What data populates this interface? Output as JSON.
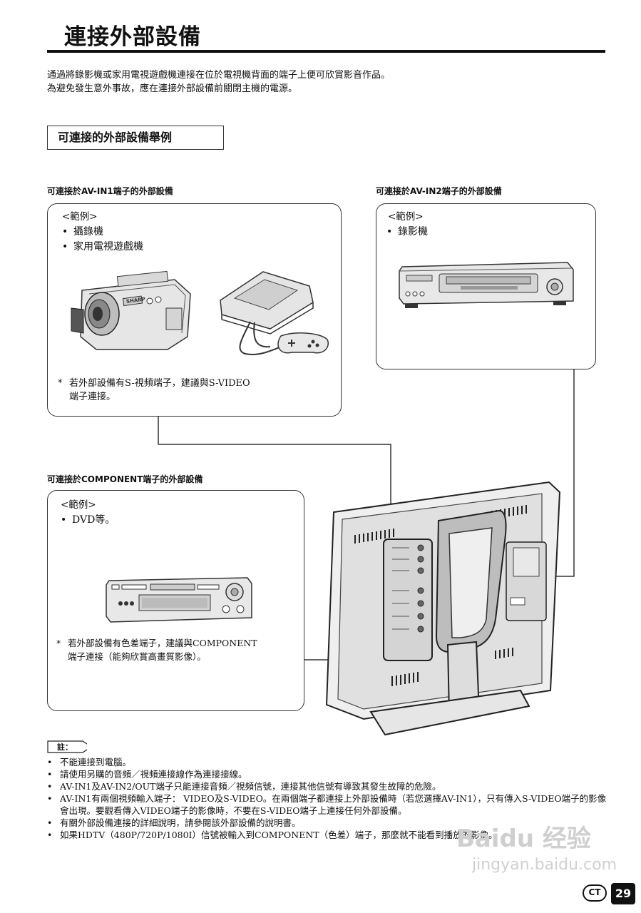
{
  "page": {
    "title": "連接外部設備",
    "intro_lines": [
      "通過將錄影機或家用電視遊戲機連接在位於電視機背面的端子上便可欣賞影音作品。",
      "為避免發生意外事故，應在連接外部設備前關閉主機的電源。"
    ],
    "section_heading": "可連接的外部設備舉例"
  },
  "groups": {
    "av_in1": {
      "heading": "可連接於AV-IN1端子的外部設備",
      "example_label": "<範例>",
      "items": [
        "攝錄機",
        "家用電視遊戲機"
      ],
      "note_star": "*",
      "note_line1": "若外部設備有S-視頻端子，建議與S-VIDEO",
      "note_line2": "端子連接。"
    },
    "av_in2": {
      "heading": "可連接於AV-IN2端子的外部設備",
      "example_label": "<範例>",
      "items": [
        "錄影機"
      ]
    },
    "component": {
      "heading": "可連接於COMPONENT端子的外部設備",
      "example_label": "<範例>",
      "items": [
        "DVD等。"
      ],
      "note_star": "*",
      "note_line1": "若外部設備有色差端子，建議與COMPONENT",
      "note_line2": "端子連接（能夠欣賞高畫質影像）。"
    }
  },
  "notes": {
    "tag": "註：",
    "items": [
      "不能連接到電腦。",
      "請使用另購的音頻／視頻連接線作為連接接線。",
      "AV-IN1及AV-IN2/OUT端子只能連接音頻／視頻信號，連接其他信號有導致其發生故障的危險。",
      "AV-IN1有兩個視頻輸入端子： VIDEO及S-VIDEO。在兩個端子都連接上外部設備時（若您選擇AV-IN1），只有傳入S-VIDEO端子的影像會出現。要觀看傳入VIDEO端子的影像時，不要在S-VIDEO端子上連接任何外部設備。",
      "有關外部設備連接的詳細說明，請參閱該外部設備的說明書。",
      "如果HDTV（480P/720P/1080I）信號被輸入到COMPONENT（色差）端子，那麼就不能看到播放的影像。"
    ]
  },
  "watermark": {
    "logo": "Baidu 经验",
    "url": "jingyan.baidu.com"
  },
  "footer": {
    "lang_badge": "CT",
    "page_number": "29"
  },
  "device_labels": {
    "camcorder_brand": "SHARP"
  }
}
